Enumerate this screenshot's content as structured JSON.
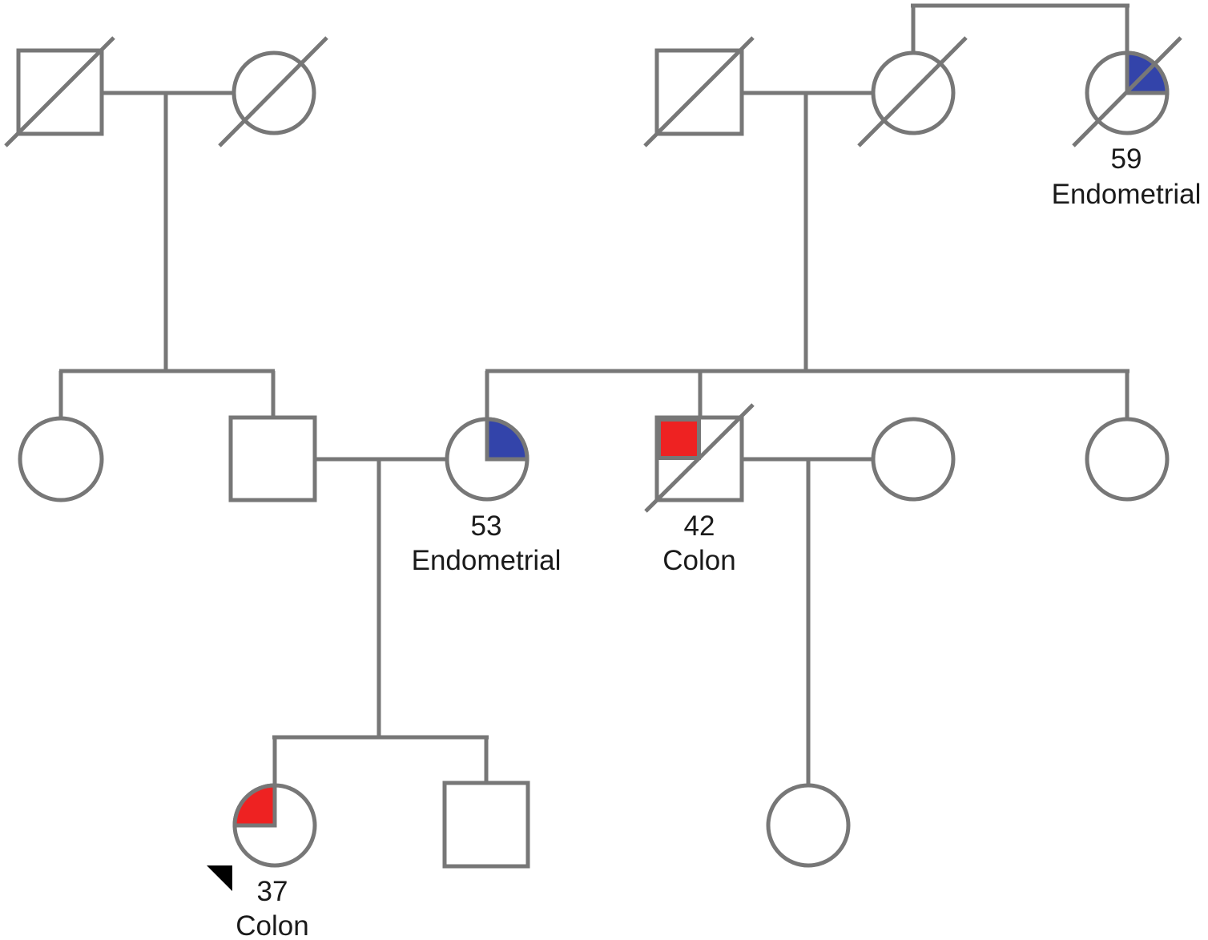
{
  "colors": {
    "line": "#777777",
    "colon": "#ee2222",
    "endometrial": "#3344aa",
    "proband_arrow": "#000000"
  },
  "individuals": {
    "grandfather_paternal": {
      "sex": "male",
      "deceased": true
    },
    "grandmother_paternal": {
      "sex": "female",
      "deceased": true
    },
    "grandfather_maternal": {
      "sex": "male",
      "deceased": true
    },
    "grandmother_maternal": {
      "sex": "female",
      "deceased": true
    },
    "great_aunt": {
      "sex": "female",
      "deceased": true,
      "cancer": "endometrial",
      "age": "59",
      "diagnosis": "Endometrial"
    },
    "paternal_aunt": {
      "sex": "female",
      "deceased": false
    },
    "father": {
      "sex": "male",
      "deceased": false
    },
    "mother": {
      "sex": "female",
      "deceased": false,
      "cancer": "endometrial",
      "age": "53",
      "diagnosis": "Endometrial"
    },
    "maternal_uncle": {
      "sex": "male",
      "deceased": true,
      "cancer": "colon",
      "age": "42",
      "diagnosis": "Colon"
    },
    "uncle_spouse": {
      "sex": "female",
      "deceased": false
    },
    "maternal_aunt": {
      "sex": "female",
      "deceased": false
    },
    "proband": {
      "sex": "female",
      "deceased": false,
      "proband": true,
      "cancer": "colon",
      "age": "37",
      "diagnosis": "Colon"
    },
    "brother": {
      "sex": "male",
      "deceased": false
    },
    "cousin": {
      "sex": "female",
      "deceased": false
    }
  }
}
